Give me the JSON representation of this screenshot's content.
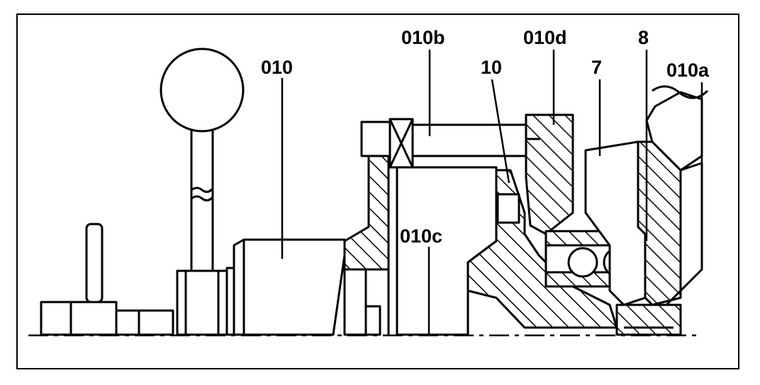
{
  "labels": {
    "l010": "010",
    "l010b": "010b",
    "l10": "10",
    "l010d": "010d",
    "l7": "7",
    "l8": "8",
    "l010a": "010a",
    "l010c": "010c"
  },
  "colors": {
    "ink": "#000000",
    "paper": "#ffffff"
  }
}
